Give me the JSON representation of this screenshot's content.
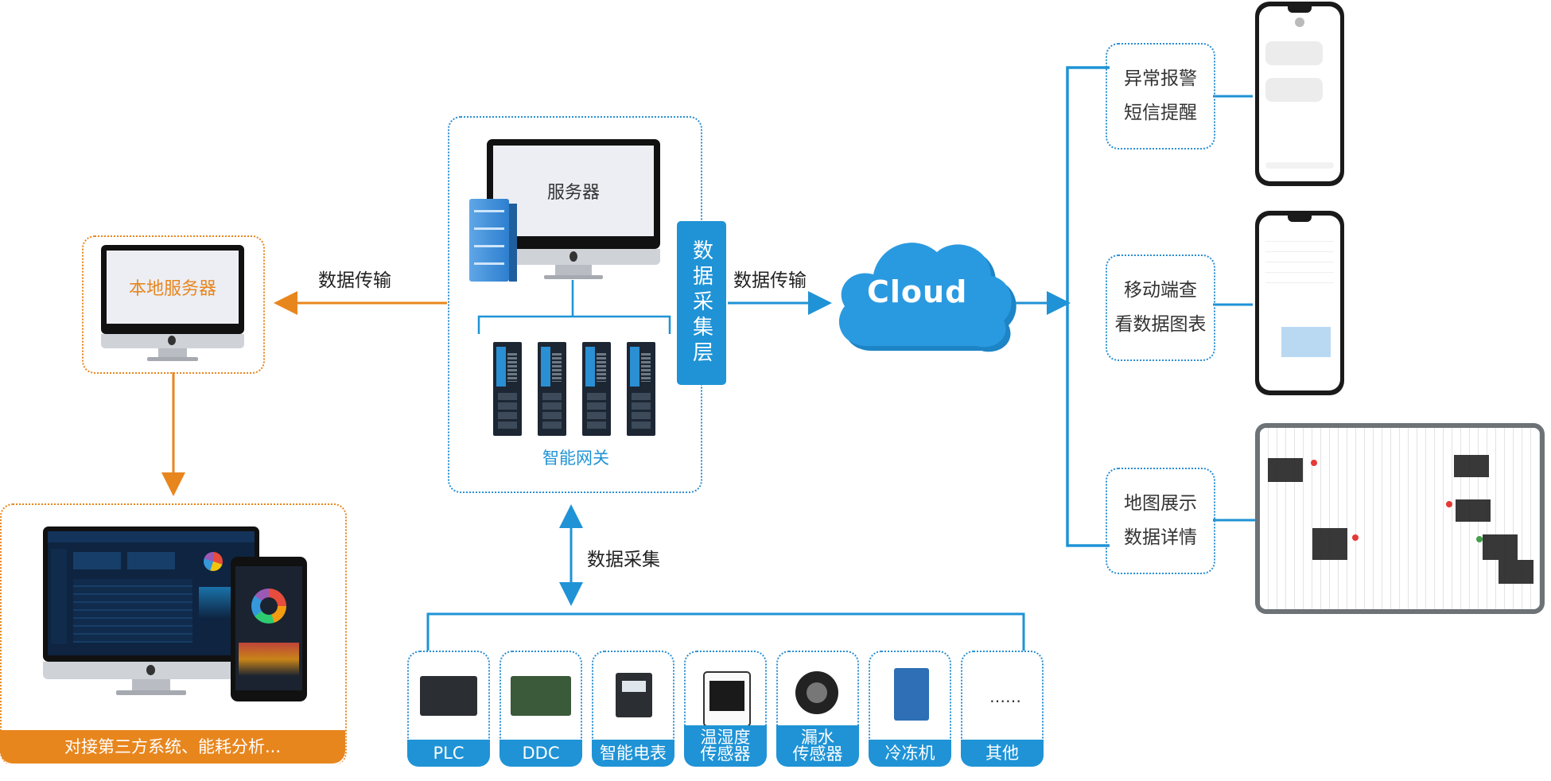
{
  "local_server": {
    "label": "本地服务器"
  },
  "third_party": {
    "caption": "对接第三方系统、能耗分析..."
  },
  "server": {
    "label": "服务器"
  },
  "gateway": {
    "label": "智能网关"
  },
  "layer": {
    "label": "数据采集层"
  },
  "arrows": {
    "left_transfer": "数据传输",
    "right_transfer": "数据传输",
    "collect": "数据采集"
  },
  "cloud": {
    "label": "Cloud"
  },
  "features": [
    {
      "line1": "异常报警",
      "line2": "短信提醒"
    },
    {
      "line1": "移动端查",
      "line2": "看数据图表"
    },
    {
      "line1": "地图展示",
      "line2": "数据详情"
    }
  ],
  "devices": [
    {
      "line1": "PLC",
      "line2": ""
    },
    {
      "line1": "DDC",
      "line2": ""
    },
    {
      "line1": "智能电表",
      "line2": ""
    },
    {
      "line1": "温湿度",
      "line2": "传感器"
    },
    {
      "line1": "漏水",
      "line2": "传感器"
    },
    {
      "line1": "冷冻机",
      "line2": ""
    },
    {
      "line1": "其他",
      "line2": ""
    }
  ],
  "colors": {
    "blue": "#1f93d6",
    "orange": "#e8861e"
  }
}
